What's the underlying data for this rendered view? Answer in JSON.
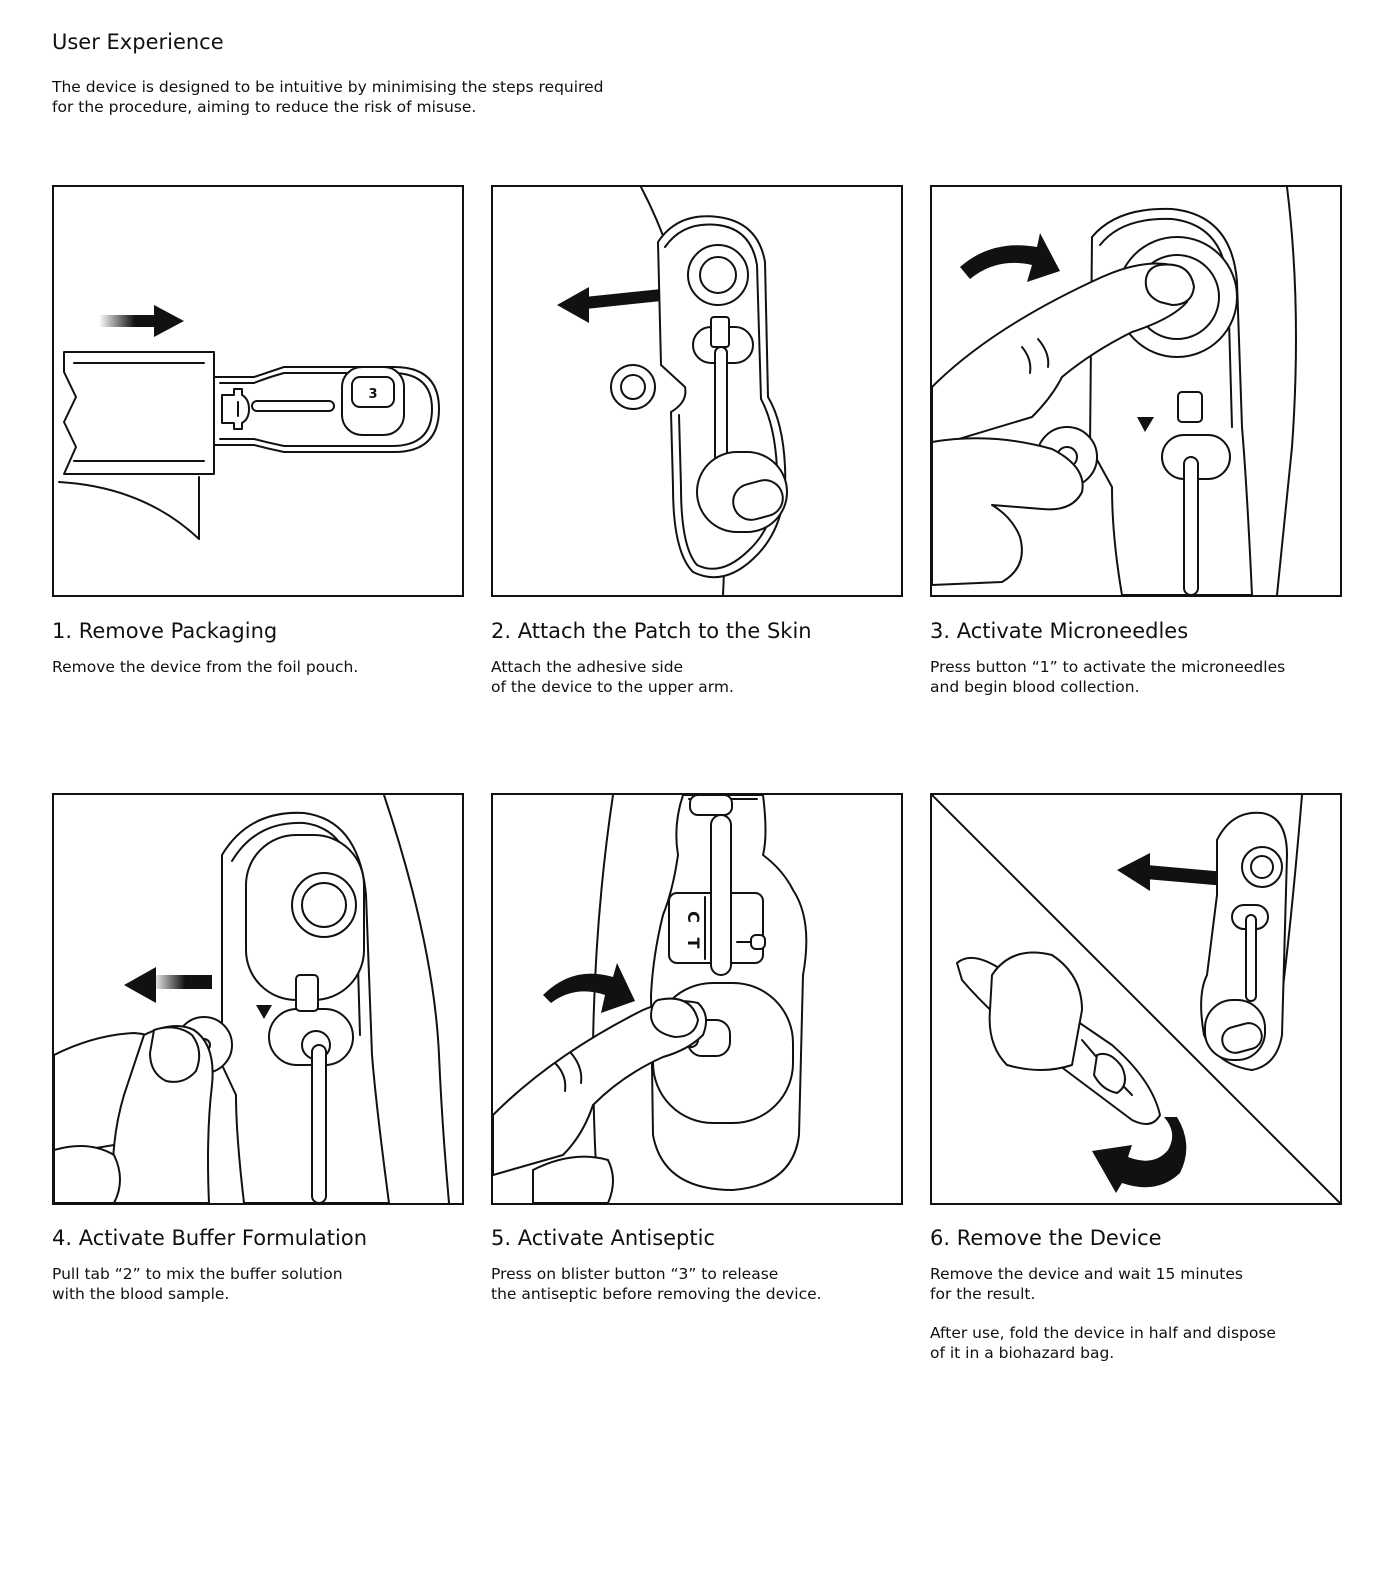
{
  "header": {
    "title": "User Experience",
    "intro_line1": "The device is designed to be intuitive by minimising the steps required",
    "intro_line2": "for the procedure, aiming to reduce the risk of misuse."
  },
  "steps": [
    {
      "title": "1. Remove Packaging",
      "desc": [
        "Remove the device from the foil pouch."
      ]
    },
    {
      "title": "2. Attach the Patch to the Skin",
      "desc": [
        "Attach the adhesive side\nof the device to the upper arm."
      ]
    },
    {
      "title": "3. Activate Microneedles",
      "desc": [
        "Press button “1” to activate the microneedles\nand begin blood collection."
      ]
    },
    {
      "title": "4. Activate Buffer Formulation",
      "desc": [
        "Pull tab “2” to mix the buffer solution\nwith the blood sample."
      ]
    },
    {
      "title": "5. Activate Antiseptic",
      "desc": [
        "Press on blister button “3” to release\nthe antiseptic before removing the device."
      ]
    },
    {
      "title": "6. Remove the Device",
      "desc": [
        "Remove the device and wait 15 minutes\nfor the result.",
        "After use, fold the device in half and dispose\nof it in a biohazard bag."
      ]
    }
  ],
  "illustration_labels": {
    "blister_number": "3",
    "control_line": "C",
    "test_line": "T"
  },
  "icons": [
    "arrow-right-icon",
    "arrow-left-icon",
    "curved-arrow-icon",
    "rotate-arrow-icon"
  ]
}
